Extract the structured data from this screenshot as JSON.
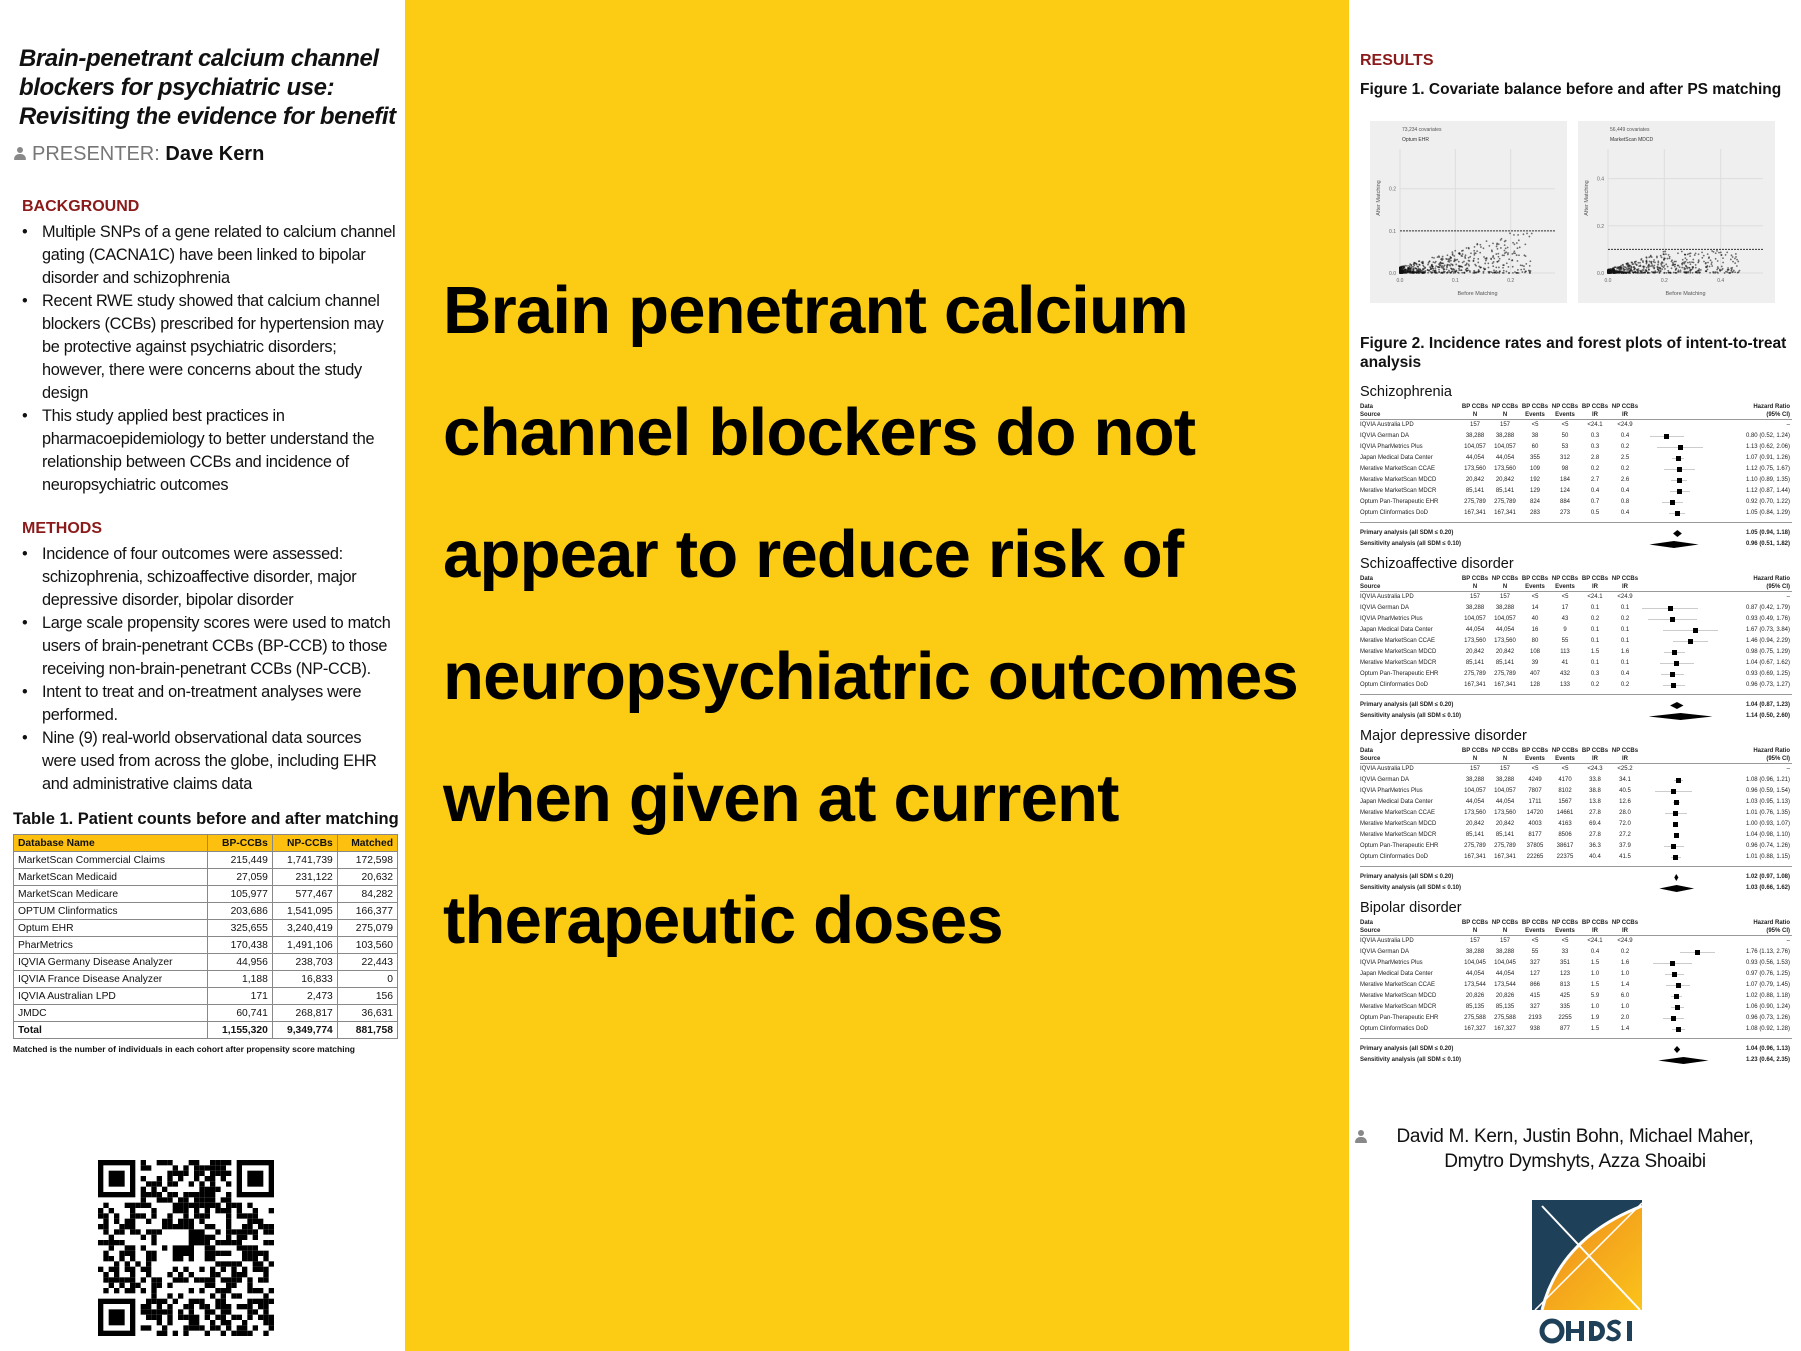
{
  "poster": {
    "title": "Brain-penetrant calcium channel blockers for psychiatric use: Revisiting the evidence for benefit",
    "presenter_label": "PRESENTER:",
    "presenter_name": "Dave Kern",
    "headline": "Brain penetrant calcium channel blockers do not appear to reduce risk of neuropsychiatric outcomes when given at current therapeutic doses",
    "authors_line1": "David M. Kern, Justin Bohn, Michael Maher,",
    "authors_line2": "Dmytro Dymshyts, Azza Shoaibi",
    "logo_text": "OHDSI",
    "colors": {
      "yellow": "#fccb13",
      "section": "#8b1a1a",
      "table_header": "#fdc00f",
      "logo_navy": "#1f4059",
      "logo_orange": "#f39a1e"
    }
  },
  "background": {
    "heading": "BACKGROUND",
    "bullets": [
      "Multiple SNPs of a gene related to calcium channel gating (CACNA1C) have been linked to bipolar disorder and schizophrenia",
      "Recent RWE study showed that calcium channel blockers (CCBs) prescribed for hypertension may be protective against psychiatric disorders; however, there were concerns about the study design",
      "This study applied best practices in pharmacoepidemiology to better understand the relationship between CCBs and incidence of neuropsychiatric outcomes"
    ]
  },
  "methods": {
    "heading": "METHODS",
    "bullets": [
      "Incidence of four outcomes were assessed: schizophrenia, schizoaffective disorder, major depressive disorder, bipolar disorder",
      "Large scale propensity scores were used to match users of brain-penetrant CCBs (BP-CCB) to those receiving non-brain-penetrant CCBs (NP-CCB).",
      "Intent to treat and on-treatment analyses were performed.",
      "Nine (9) real-world observational data sources were used from across the globe, including EHR and administrative claims data"
    ]
  },
  "table1": {
    "title": "Table 1. Patient counts before and after matching",
    "columns": [
      "Database Name",
      "BP-CCBs",
      "NP-CCBs",
      "Matched"
    ],
    "rows": [
      [
        "MarketScan Commercial Claims",
        "215,449",
        "1,741,739",
        "172,598"
      ],
      [
        "MarketScan Medicaid",
        "27,059",
        "231,122",
        "20,632"
      ],
      [
        "MarketScan Medicare",
        "105,977",
        "577,467",
        "84,282"
      ],
      [
        "OPTUM Clinformatics",
        "203,686",
        "1,541,095",
        "166,377"
      ],
      [
        "Optum EHR",
        "325,655",
        "3,240,419",
        "275,079"
      ],
      [
        "PharMetrics",
        "170,438",
        "1,491,106",
        "103,560"
      ],
      [
        "IQVIA Germany Disease Analyzer",
        "44,956",
        "238,703",
        "22,443"
      ],
      [
        "IQVIA France Disease Analyzer",
        "1,188",
        "16,833",
        "0"
      ],
      [
        "IQVIA Australian LPD",
        "171",
        "2,473",
        "156"
      ],
      [
        "JMDC",
        "60,741",
        "268,817",
        "36,631"
      ],
      [
        "Total",
        "1,155,320",
        "9,349,774",
        "881,758"
      ]
    ],
    "note": "Matched is the number of individuals in each cohort after propensity score matching"
  },
  "results": {
    "heading": "RESULTS",
    "figure1_title": "Figure 1. Covariate balance before and after PS matching",
    "figure1_panels": [
      {
        "covariates": "73,234 covariates",
        "source": "Optum EHR",
        "xlabel": "Before Matching",
        "ylabel": "After Matching",
        "xticks": [
          "0.0",
          "0.1",
          "0.2"
        ],
        "yticks": [
          "0.0",
          "0.1",
          "0.2"
        ],
        "max": 0.28,
        "threshold": 0.1
      },
      {
        "covariates": "56,449 covariates",
        "source": "MarketScan MDCD",
        "xlabel": "Before Matching",
        "ylabel": "After Matching",
        "xticks": [
          "0.0",
          "0.2",
          "0.4"
        ],
        "yticks": [
          "0.0",
          "0.2",
          "0.4"
        ],
        "max": 0.55,
        "threshold": 0.1
      }
    ],
    "figure2_title": "Figure 2. Incidence rates and forest plots of intent-to-treat analysis",
    "forest_headers": [
      [
        "Data",
        "Source"
      ],
      [
        "BP CCBs",
        "N"
      ],
      [
        "NP CCBs",
        "N"
      ],
      [
        "BP CCBs",
        "Events"
      ],
      [
        "NP CCBs",
        "Events"
      ],
      [
        "BP CCBs",
        "IR"
      ],
      [
        "NP CCBs",
        "IR"
      ],
      [
        "Hazard Ratio",
        "(95% CI)"
      ]
    ],
    "forest_plots": [
      {
        "outcome": "Schizophrenia",
        "rows": [
          [
            "IQVIA Australia LPD",
            "157",
            "157",
            "<5",
            "<5",
            "<24.1",
            "<24.9",
            "–",
            null,
            null,
            null
          ],
          [
            "IQVIA German DA",
            "38,288",
            "38,288",
            "38",
            "50",
            "0.3",
            "0.4",
            "0.80 (0.52, 1.24)",
            0.8,
            0.52,
            1.24
          ],
          [
            "IQVIA PharMetrics Plus",
            "104,057",
            "104,057",
            "60",
            "53",
            "0.3",
            "0.2",
            "1.13 (0.62, 2.06)",
            1.13,
            0.62,
            2.06
          ],
          [
            "Japan Medical Data Center",
            "44,054",
            "44,054",
            "355",
            "312",
            "2.8",
            "2.5",
            "1.07 (0.91, 1.26)",
            1.07,
            0.91,
            1.26
          ],
          [
            "Merative MarketScan CCAE",
            "173,560",
            "173,560",
            "109",
            "98",
            "0.2",
            "0.2",
            "1.12 (0.75, 1.67)",
            1.12,
            0.75,
            1.67
          ],
          [
            "Merative MarketScan MDCD",
            "20,842",
            "20,842",
            "192",
            "184",
            "2.7",
            "2.6",
            "1.10 (0.89, 1.35)",
            1.1,
            0.89,
            1.35
          ],
          [
            "Merative MarketScan MDCR",
            "85,141",
            "85,141",
            "129",
            "124",
            "0.4",
            "0.4",
            "1.12 (0.87, 1.44)",
            1.12,
            0.87,
            1.44
          ],
          [
            "Optum Pan-Therapeutic EHR",
            "275,789",
            "275,789",
            "824",
            "884",
            "0.7",
            "0.8",
            "0.92 (0.70, 1.22)",
            0.92,
            0.7,
            1.22
          ],
          [
            "Optum Clinformatics DoD",
            "167,341",
            "167,341",
            "283",
            "273",
            "0.5",
            "0.4",
            "1.05 (0.84, 1.29)",
            1.05,
            0.84,
            1.29
          ]
        ],
        "summary": [
          [
            "Primary analysis (all SDM ≤ 0.20)",
            "1.05 (0.94, 1.18)",
            1.05,
            0.94,
            1.18
          ],
          [
            "Sensitivity analysis (all SDM ≤ 0.10)",
            "0.96 (0.51, 1.82)",
            0.96,
            0.51,
            1.82
          ]
        ]
      },
      {
        "outcome": "Schizoaffective disorder",
        "rows": [
          [
            "IQVIA Australia LPD",
            "157",
            "157",
            "<5",
            "<5",
            "<24.1",
            "<24.9",
            "–",
            null,
            null,
            null
          ],
          [
            "IQVIA German DA",
            "38,288",
            "38,288",
            "14",
            "17",
            "0.1",
            "0.1",
            "0.87 (0.42, 1.79)",
            0.87,
            0.42,
            1.79
          ],
          [
            "IQVIA PharMetrics Plus",
            "104,057",
            "104,057",
            "40",
            "43",
            "0.2",
            "0.2",
            "0.93 (0.49, 1.76)",
            0.93,
            0.49,
            1.76
          ],
          [
            "Japan Medical Data Center",
            "44,054",
            "44,054",
            "16",
            "9",
            "0.1",
            "0.1",
            "1.67 (0.73, 3.84)",
            1.67,
            0.73,
            3.84
          ],
          [
            "Merative MarketScan CCAE",
            "173,560",
            "173,560",
            "80",
            "55",
            "0.1",
            "0.1",
            "1.46 (0.94, 2.29)",
            1.46,
            0.94,
            2.29
          ],
          [
            "Merative MarketScan MDCD",
            "20,842",
            "20,842",
            "108",
            "113",
            "1.5",
            "1.6",
            "0.98 (0.75, 1.29)",
            0.98,
            0.75,
            1.29
          ],
          [
            "Merative MarketScan MDCR",
            "85,141",
            "85,141",
            "39",
            "41",
            "0.1",
            "0.1",
            "1.04 (0.67, 1.62)",
            1.04,
            0.67,
            1.62
          ],
          [
            "Optum Pan-Therapeutic EHR",
            "275,789",
            "275,789",
            "407",
            "432",
            "0.3",
            "0.4",
            "0.93 (0.69, 1.25)",
            0.93,
            0.69,
            1.25
          ],
          [
            "Optum Clinformatics DoD",
            "167,341",
            "167,341",
            "128",
            "133",
            "0.2",
            "0.2",
            "0.96 (0.73, 1.27)",
            0.96,
            0.73,
            1.27
          ]
        ],
        "summary": [
          [
            "Primary analysis (all SDM ≤ 0.20)",
            "1.04 (0.87, 1.23)",
            1.04,
            0.87,
            1.23
          ],
          [
            "Sensitivity analysis (all SDM ≤ 0.10)",
            "1.14 (0.50, 2.60)",
            1.14,
            0.5,
            2.6
          ]
        ]
      },
      {
        "outcome": "Major depressive disorder",
        "rows": [
          [
            "IQVIA Australia LPD",
            "157",
            "157",
            "<5",
            "<5",
            "<24.3",
            "<25.2",
            "–",
            null,
            null,
            null
          ],
          [
            "IQVIA German DA",
            "38,288",
            "38,288",
            "4249",
            "4170",
            "33.8",
            "34.1",
            "1.08 (0.96, 1.21)",
            1.08,
            0.96,
            1.21
          ],
          [
            "IQVIA PharMetrics Plus",
            "104,057",
            "104,057",
            "7807",
            "8102",
            "38.8",
            "40.5",
            "0.96 (0.59, 1.54)",
            0.96,
            0.59,
            1.54
          ],
          [
            "Japan Medical Data Center",
            "44,054",
            "44,054",
            "1711",
            "1567",
            "13.8",
            "12.6",
            "1.03 (0.95, 1.13)",
            1.03,
            0.95,
            1.13
          ],
          [
            "Merative MarketScan CCAE",
            "173,560",
            "173,560",
            "14720",
            "14661",
            "27.8",
            "28.0",
            "1.01 (0.76, 1.35)",
            1.01,
            0.76,
            1.35
          ],
          [
            "Merative MarketScan MDCD",
            "20,842",
            "20,842",
            "4003",
            "4163",
            "69.4",
            "72.0",
            "1.00 (0.93, 1.07)",
            1.0,
            0.93,
            1.07
          ],
          [
            "Merative MarketScan MDCR",
            "85,141",
            "85,141",
            "8177",
            "8506",
            "27.8",
            "27.2",
            "1.04 (0.98, 1.10)",
            1.04,
            0.98,
            1.1
          ],
          [
            "Optum Pan-Therapeutic EHR",
            "275,789",
            "275,789",
            "37805",
            "38617",
            "36.3",
            "37.9",
            "0.96 (0.74, 1.26)",
            0.96,
            0.74,
            1.26
          ],
          [
            "Optum Clinformatics DoD",
            "167,341",
            "167,341",
            "22265",
            "22375",
            "40.4",
            "41.5",
            "1.01 (0.88, 1.15)",
            1.01,
            0.88,
            1.15
          ]
        ],
        "summary": [
          [
            "Primary analysis (all SDM ≤ 0.20)",
            "1.02 (0.97, 1.08)",
            1.02,
            0.97,
            1.08
          ],
          [
            "Sensitivity analysis (all SDM ≤ 0.10)",
            "1.03 (0.66, 1.62)",
            1.03,
            0.66,
            1.62
          ]
        ]
      },
      {
        "outcome": "Bipolar disorder",
        "rows": [
          [
            "IQVIA Australia LPD",
            "157",
            "157",
            "<5",
            "<5",
            "<24.1",
            "<24.9",
            "–",
            null,
            null,
            null
          ],
          [
            "IQVIA German DA",
            "38,288",
            "38,288",
            "55",
            "33",
            "0.4",
            "0.2",
            "1.76 (1.13, 2.76)",
            1.76,
            1.13,
            2.76
          ],
          [
            "IQVIA PharMetrics Plus",
            "104,045",
            "104,045",
            "327",
            "351",
            "1.5",
            "1.6",
            "0.93 (0.56, 1.53)",
            0.93,
            0.56,
            1.53
          ],
          [
            "Japan Medical Data Center",
            "44,054",
            "44,054",
            "127",
            "123",
            "1.0",
            "1.0",
            "0.97 (0.76, 1.25)",
            0.97,
            0.76,
            1.25
          ],
          [
            "Merative MarketScan CCAE",
            "173,544",
            "173,544",
            "866",
            "813",
            "1.5",
            "1.4",
            "1.07 (0.79, 1.45)",
            1.07,
            0.79,
            1.45
          ],
          [
            "Merative MarketScan MDCD",
            "20,826",
            "20,826",
            "415",
            "425",
            "5.9",
            "6.0",
            "1.02 (0.88, 1.18)",
            1.02,
            0.88,
            1.18
          ],
          [
            "Merative MarketScan MDCR",
            "85,135",
            "85,135",
            "327",
            "335",
            "1.0",
            "1.0",
            "1.06 (0.90, 1.24)",
            1.06,
            0.9,
            1.24
          ],
          [
            "Optum Pan-Therapeutic EHR",
            "275,588",
            "275,588",
            "2193",
            "2255",
            "1.9",
            "2.0",
            "0.96 (0.73, 1.26)",
            0.96,
            0.73,
            1.26
          ],
          [
            "Optum Clinformatics DoD",
            "167,327",
            "167,327",
            "938",
            "877",
            "1.5",
            "1.4",
            "1.08 (0.92, 1.28)",
            1.08,
            0.92,
            1.28
          ]
        ],
        "summary": [
          [
            "Primary analysis (all SDM ≤ 0.20)",
            "1.04 (0.96, 1.13)",
            1.04,
            0.96,
            1.13
          ],
          [
            "Sensitivity analysis (all SDM ≤ 0.10)",
            "1.23 (0.64, 2.35)",
            1.23,
            0.64,
            2.35
          ]
        ]
      }
    ]
  }
}
